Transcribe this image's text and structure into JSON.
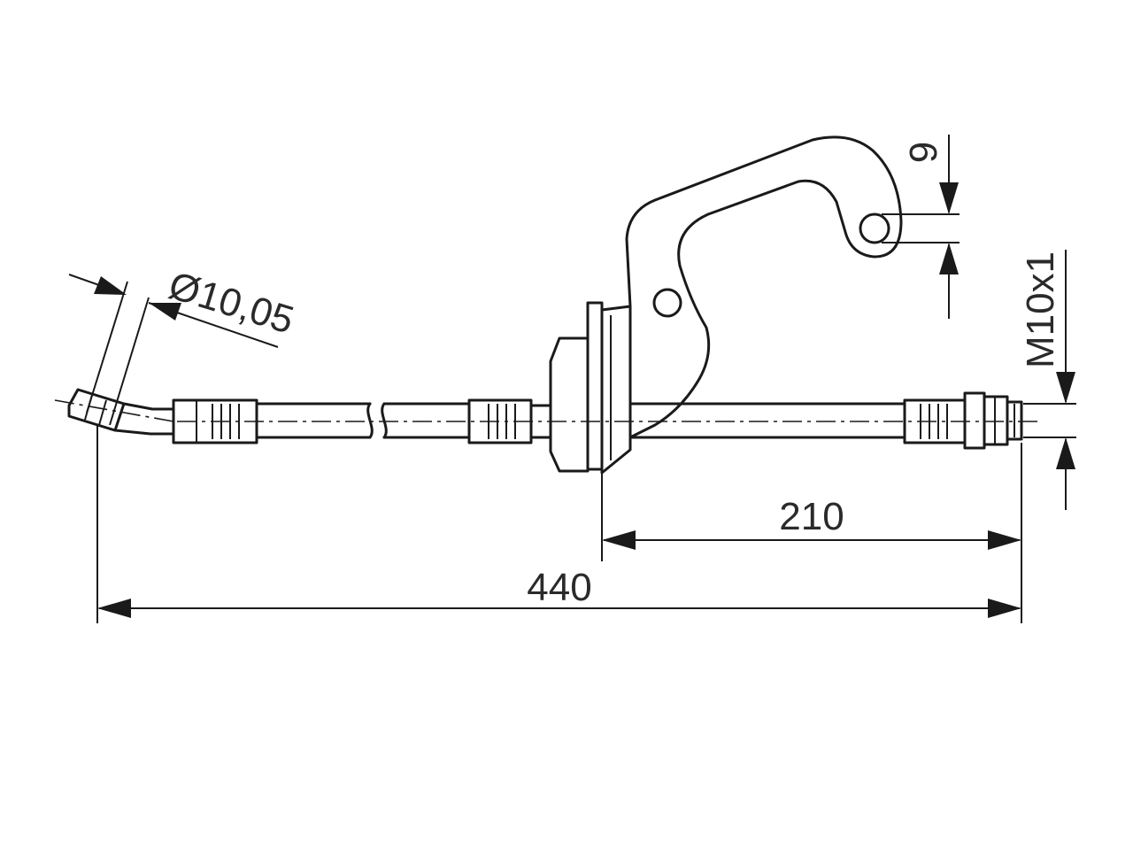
{
  "dimensions": {
    "overall_length": "440",
    "bracket_to_end": "210",
    "hose_diameter": "Ø10,05",
    "hole_diameter": "9",
    "thread": "M10x1"
  },
  "colors": {
    "line": "#1a1a1a",
    "text": "#2a2a2a",
    "background": "#ffffff"
  }
}
